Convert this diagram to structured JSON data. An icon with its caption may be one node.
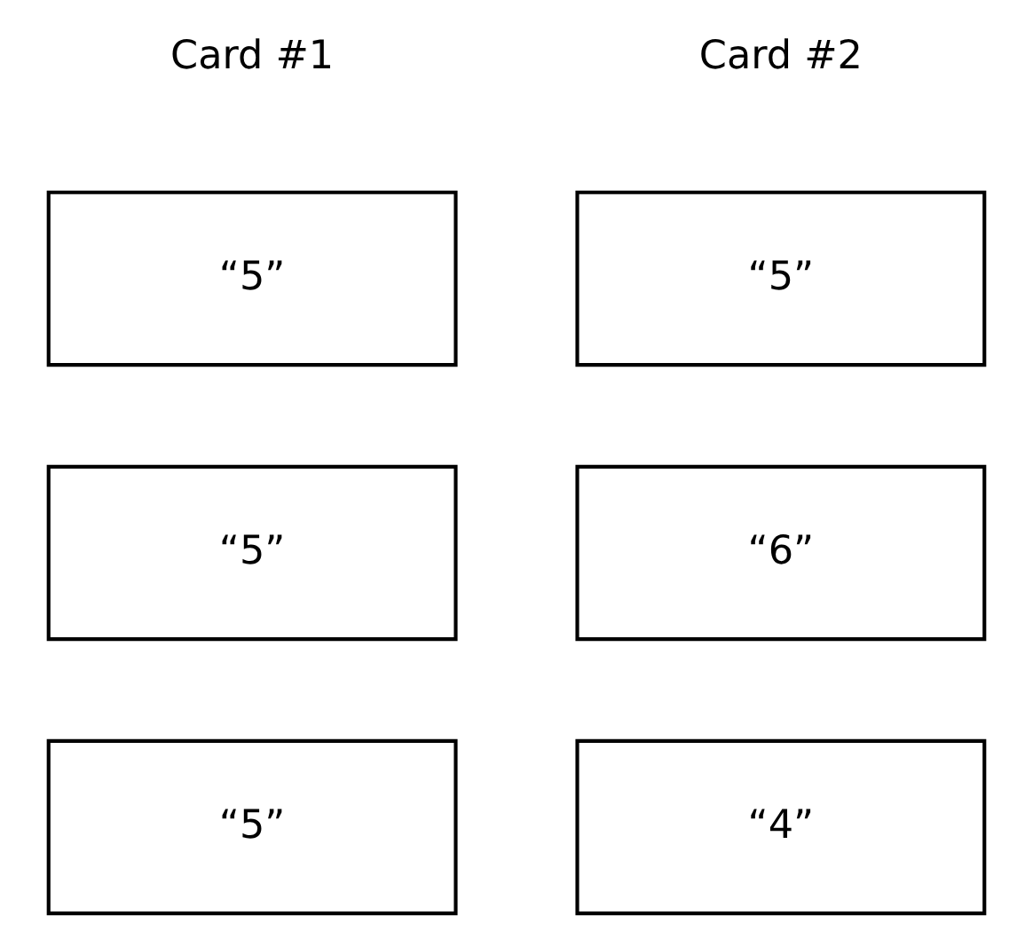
{
  "diagram": {
    "nodes": [
      {
        "text": [
          "“5”"
        ]
      },
      {
        "text": [
          "“5”"
        ]
      },
      {
        "text": [
          "“5”"
        ]
      },
      {
        "text": [
          "“6”"
        ]
      },
      {
        "text": [
          "“5”"
        ]
      },
      {
        "text": [
          "“4”"
        ]
      }
    ],
    "labels": [
      "Card #1",
      "Card #2"
    ]
  }
}
